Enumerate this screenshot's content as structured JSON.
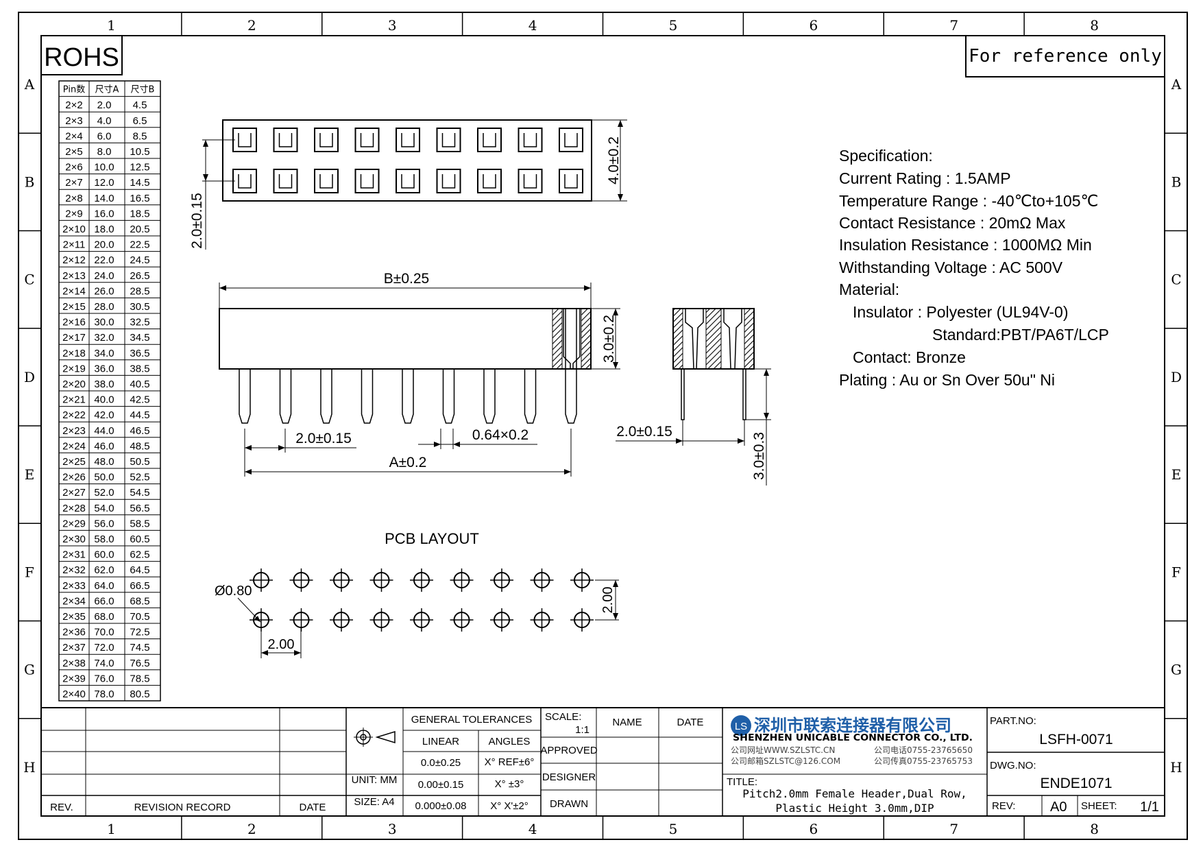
{
  "zones": {
    "columns": [
      "1",
      "2",
      "3",
      "4",
      "5",
      "6",
      "7",
      "8"
    ],
    "rows": [
      "A",
      "B",
      "C",
      "D",
      "E",
      "F",
      "G",
      "H"
    ]
  },
  "rohs": "ROHS",
  "reference_note": "For reference only",
  "pin_table": {
    "headers": [
      "Pin数",
      "尺寸A",
      "尺寸B"
    ],
    "rows": [
      [
        "2×2",
        "2.0",
        "4.5"
      ],
      [
        "2×3",
        "4.0",
        "6.5"
      ],
      [
        "2×4",
        "6.0",
        "8.5"
      ],
      [
        "2×5",
        "8.0",
        "10.5"
      ],
      [
        "2×6",
        "10.0",
        "12.5"
      ],
      [
        "2×7",
        "12.0",
        "14.5"
      ],
      [
        "2×8",
        "14.0",
        "16.5"
      ],
      [
        "2×9",
        "16.0",
        "18.5"
      ],
      [
        "2×10",
        "18.0",
        "20.5"
      ],
      [
        "2×11",
        "20.0",
        "22.5"
      ],
      [
        "2×12",
        "22.0",
        "24.5"
      ],
      [
        "2×13",
        "24.0",
        "26.5"
      ],
      [
        "2×14",
        "26.0",
        "28.5"
      ],
      [
        "2×15",
        "28.0",
        "30.5"
      ],
      [
        "2×16",
        "30.0",
        "32.5"
      ],
      [
        "2×17",
        "32.0",
        "34.5"
      ],
      [
        "2×18",
        "34.0",
        "36.5"
      ],
      [
        "2×19",
        "36.0",
        "38.5"
      ],
      [
        "2×20",
        "38.0",
        "40.5"
      ],
      [
        "2×21",
        "40.0",
        "42.5"
      ],
      [
        "2×22",
        "42.0",
        "44.5"
      ],
      [
        "2×23",
        "44.0",
        "46.5"
      ],
      [
        "2×24",
        "46.0",
        "48.5"
      ],
      [
        "2×25",
        "48.0",
        "50.5"
      ],
      [
        "2×26",
        "50.0",
        "52.5"
      ],
      [
        "2×27",
        "52.0",
        "54.5"
      ],
      [
        "2×28",
        "54.0",
        "56.5"
      ],
      [
        "2×29",
        "56.0",
        "58.5"
      ],
      [
        "2×30",
        "58.0",
        "60.5"
      ],
      [
        "2×31",
        "60.0",
        "62.5"
      ],
      [
        "2×32",
        "62.0",
        "64.5"
      ],
      [
        "2×33",
        "64.0",
        "66.5"
      ],
      [
        "2×34",
        "66.0",
        "68.5"
      ],
      [
        "2×35",
        "68.0",
        "70.5"
      ],
      [
        "2×36",
        "70.0",
        "72.5"
      ],
      [
        "2×37",
        "72.0",
        "74.5"
      ],
      [
        "2×38",
        "74.0",
        "76.5"
      ],
      [
        "2×39",
        "76.0",
        "78.5"
      ],
      [
        "2×40",
        "78.0",
        "80.5"
      ]
    ]
  },
  "dimensions": {
    "top_height": "4.0±0.2",
    "top_row_pitch": "2.0±0.15",
    "b_length": "B±0.25",
    "body_height": "3.0±0.2",
    "pin_pitch": "2.0±0.15",
    "pin_size": "0.64×0.2",
    "a_length": "A±0.2",
    "side_row_pitch": "2.0±0.15",
    "pin_length": "3.0±0.3"
  },
  "spec": {
    "lines": [
      "Specification:",
      "Current Rating : 1.5AMP",
      "Temperature Range : -40℃to+105℃",
      "Contact Resistance : 20mΩ Max",
      "Insulation Resistance : 1000MΩ Min",
      "Withstanding Voltage : AC 500V",
      "Material:",
      "Insulator : Polyester (UL94V-0)",
      "Standard:PBT/PA6T/LCP",
      "Contact: Bronze",
      "Plating : Au or Sn Over 50u\" Ni"
    ]
  },
  "pcb": {
    "title": "PCB LAYOUT",
    "hole": "Ø0.80",
    "row_pitch": "2.00",
    "col_pitch": "2.00"
  },
  "title_block": {
    "rev_label": "REV.",
    "revision_record": "REVISION RECORD",
    "date_label": "DATE",
    "unit": "UNIT: MM",
    "size": "SIZE: A4",
    "general_tolerances": "GENERAL TOLERANCES",
    "linear": "LINEAR",
    "angles": "ANGLES",
    "tol_linear": [
      "0.0±0.25",
      "0.00±0.15",
      "0.000±0.08"
    ],
    "tol_angles": [
      "X° REF±6°",
      "X° ±3°",
      "X° X'±2°"
    ],
    "scale_label": "SCALE:",
    "scale_value": "1:1",
    "name_label": "NAME",
    "date_col": "DATE",
    "approved": "APPROVED",
    "designer": "DESIGNER",
    "drawn": "DRAWN",
    "company_cn": "深圳市联索连接器有限公司",
    "company_en": "SHENZHEN UNICABLE CONNECTOR CO., LTD.",
    "website": "公司网址WWW.SZLSTC.CN",
    "email": "公司邮箱SZLSTC@126.COM",
    "phone": "公司电话0755-23765650",
    "fax": "公司传真0755-23765753",
    "title_label": "TITLE:",
    "title_line1": "Pitch2.0mm Female Header,Dual Row,",
    "title_line2": "Plastic Height 3.0mm,DIP",
    "part_no_label": "PART.NO:",
    "part_no": "LSFH-0071",
    "dwg_no_label": "DWG.NO:",
    "dwg_no": "ENDE1071",
    "rev_label2": "REV:",
    "rev_value": "A0",
    "sheet_label": "SHEET:",
    "sheet_value": "1/1"
  },
  "logo_text": "LS"
}
